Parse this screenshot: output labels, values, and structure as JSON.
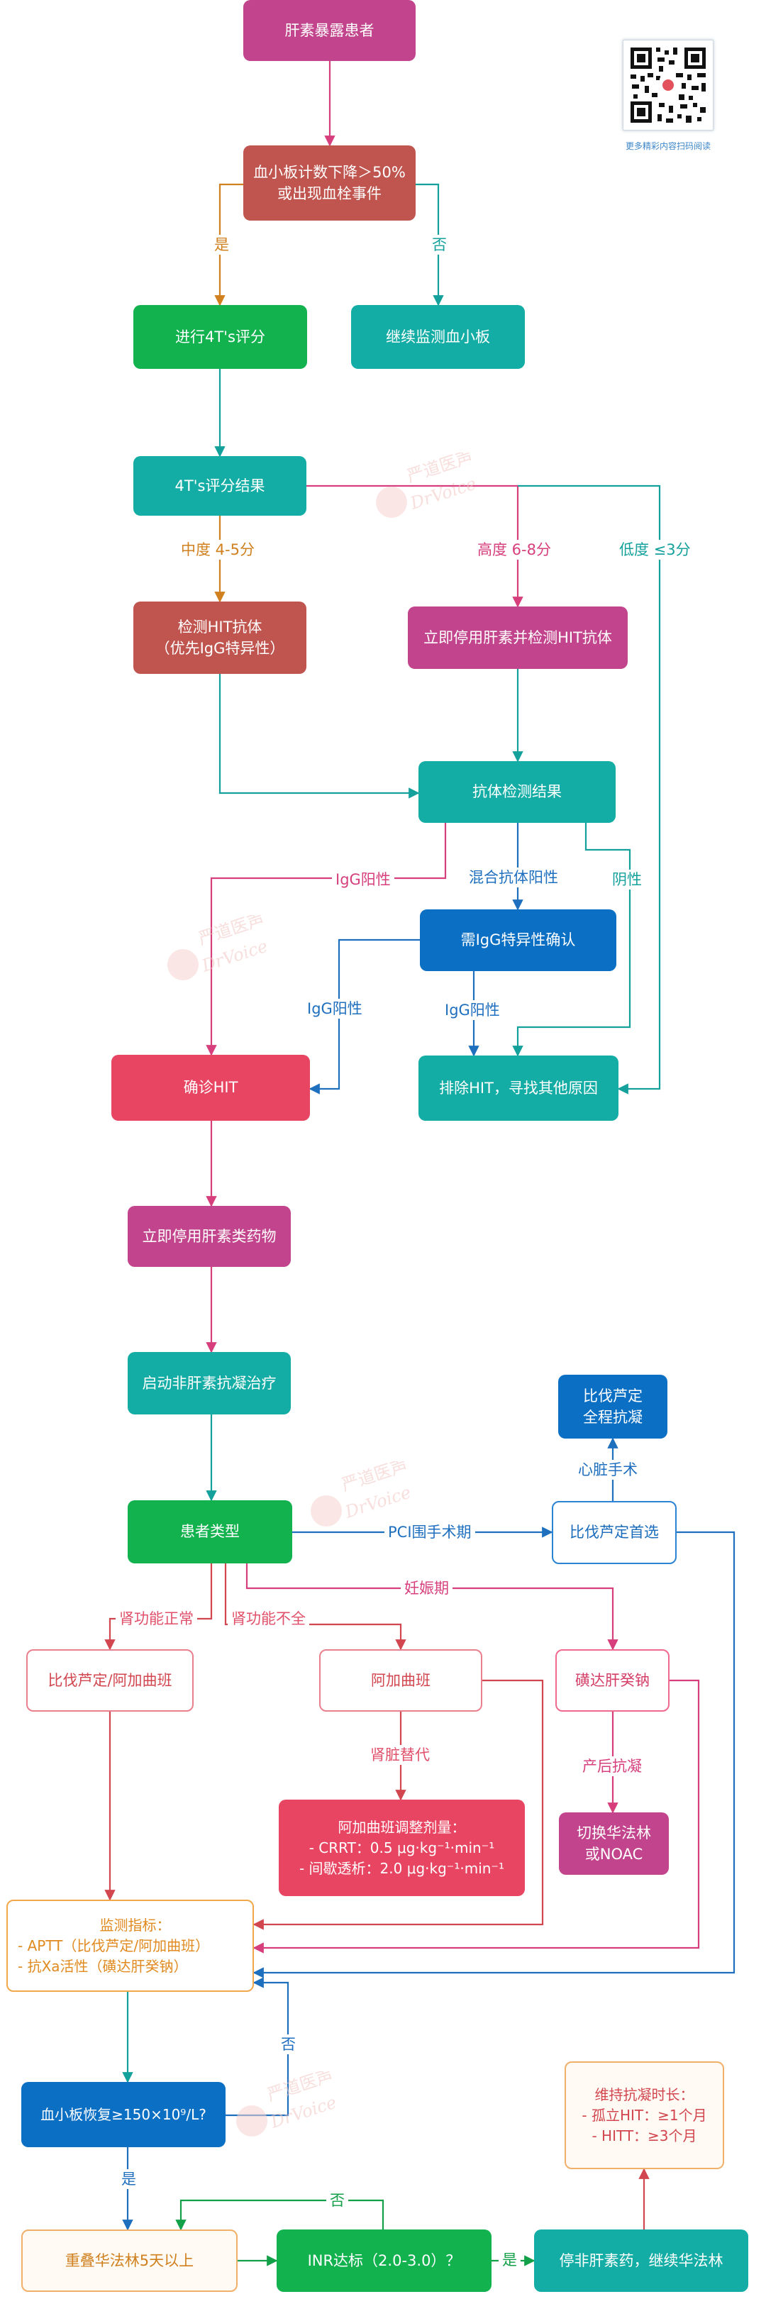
{
  "nodes": {
    "start": "肝素暴露患者",
    "platelet_drop": [
      "血小板计数下降＞50%",
      "或出现血栓事件"
    ],
    "score": "进行4T's评分",
    "monitor": "继续监测血小板",
    "score_result": "4T's评分结果",
    "detect_hit": [
      "检测HIT抗体",
      "（优先IgG特异性）"
    ],
    "stop_heparin_detect": "立即停用肝素并检测HIT抗体",
    "antibody_result": "抗体检测结果",
    "igg_confirm": "需IgG特异性确认",
    "confirm_hit": "确诊HIT",
    "exclude_hit": "排除HIT，寻找其他原因",
    "stop_heparin_drugs": "立即停用肝素类药物",
    "start_nonheparin": "启动非肝素抗凝治疗",
    "patient_type": "患者类型",
    "bival_first": "比伐芦定首选",
    "bival_full": [
      "比伐芦定",
      "全程抗凝"
    ],
    "bival_arga": "比伐芦定/阿加曲班",
    "argatroban": "阿加曲班",
    "fonda": "磺达肝癸钠",
    "arga_dose": [
      "阿加曲班调整剂量：",
      "- CRRT：0.5 μg·kg⁻¹·min⁻¹",
      "- 间歇透析：2.0 μg·kg⁻¹·min⁻¹"
    ],
    "switch": [
      "切换华法林",
      "或NOAC"
    ],
    "monitor_index": [
      "监测指标：",
      "- APTT（比伐芦定/阿加曲班）",
      "- 抗Ⅹa活性（磺达肝癸钠）"
    ],
    "platelet_recover": "血小板恢复≥150×10⁹/L?",
    "overlap": "重叠华法林5天以上",
    "inr": "INR达标（2.0-3.0）？",
    "stop_heparin_warfarin": "停非肝素药，继续华法林",
    "duration": [
      "维持抗凝时长：",
      "- 孤立HIT：≥1个月",
      "- HITT：≥3个月"
    ]
  },
  "labels": {
    "yes1": "是",
    "no1": "否",
    "moderate": "中度 4-5分",
    "high": "高度 6-8分",
    "low": "低度 ≤3分",
    "igg_pos1": "IgG阳性",
    "mixed_pos": "混合抗体阳性",
    "negative": "阴性",
    "igg_pos2": "IgG阳性",
    "igg_pos3": "IgG阳性",
    "cardiac": "心脏手术",
    "pci": "PCI围手术期",
    "pregnancy": "妊娠期",
    "renal_normal": "肾功能正常",
    "renal_insuff": "肾功能不全",
    "renal_replace": "肾脏替代",
    "postpartum": "产后抗凝",
    "no2": "否",
    "yes2": "是",
    "no3": "否",
    "yes3": "是"
  },
  "qr_caption": "更多精彩内容扫码阅读",
  "watermark": [
    "严道医声",
    "DrVoice"
  ],
  "colors": {
    "magenta": "#c2448c",
    "brick": "#c0554f",
    "green": "#12b24f",
    "teal": "#14ada6",
    "blue": "#0b6fc4",
    "red": "#e84562"
  }
}
